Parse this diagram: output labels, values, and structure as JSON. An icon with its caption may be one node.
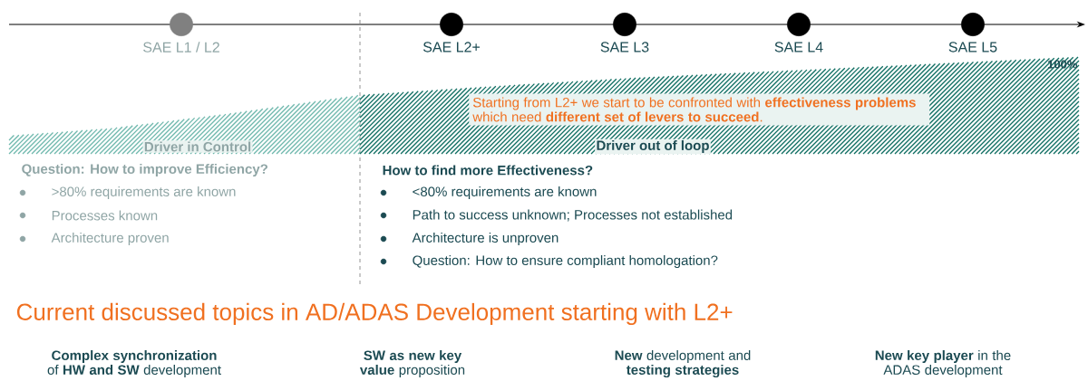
{
  "diagram": {
    "title": "Current discussed topics in AD/ADAS Development starting with L2+",
    "nodes": [
      {
        "text": [],
        "shape": "circle",
        "beside": [
          "SAE L1 / L2"
        ]
      },
      {
        "text": [],
        "shape": "circle",
        "beside": [
          "SAE L2+"
        ]
      },
      {
        "text": [],
        "shape": "circle",
        "beside": [
          "SAE L3"
        ]
      },
      {
        "text": [],
        "shape": "circle",
        "beside": [
          "SAE L4"
        ]
      },
      {
        "text": [],
        "shape": "circle",
        "beside": [
          "SAE L5"
        ]
      },
      {
        "text": [
          "Driver in Control"
        ]
      },
      {
        "text": [
          "Driver out of loop"
        ]
      }
    ],
    "edges": [],
    "labels": [
      "100%",
      "Starting from L2+ we start to be confronted with **effectiveness problems** which need **different set of levers to succeed**.",
      "Question: How to improve Efficiency?",
      ">80% requirements are known",
      "Processes known",
      "Architecture proven",
      "How to find more Effectiveness?",
      "<80% requirements are known",
      "Path to success unknown; Processes not established",
      "Architecture is unproven",
      "Question: How to ensure compliant homologation?",
      "**Complex synchronization** of **HW and SW** development",
      "**SW as new key value** proposition",
      "**New** development and **testing strategies**",
      "**New key player** in the ADAS development"
    ]
  }
}
